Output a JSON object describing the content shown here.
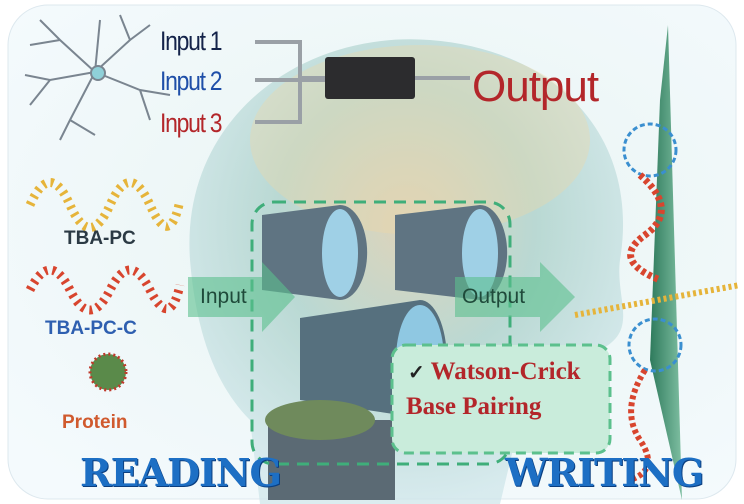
{
  "logic": {
    "inputs": [
      "Input 1",
      "Input 2",
      "Input 3"
    ],
    "output": "Output"
  },
  "legend": {
    "items": [
      "TBA-PC",
      "TBA-PC-C",
      "Protein"
    ]
  },
  "flow": {
    "input_label": "Input",
    "output_label": "Output"
  },
  "callout": {
    "check": "✓",
    "line1": "Watson-Crick",
    "line2": "Base Pairing"
  },
  "sections": {
    "left": "READING",
    "right": "WRITING"
  },
  "colors": {
    "input1": "#14234a",
    "input2": "#1f4fa8",
    "input3": "#b3262a",
    "output": "#b3262a",
    "accent_green": "#3fae7a",
    "heading_blue": "#1d6fc4"
  }
}
